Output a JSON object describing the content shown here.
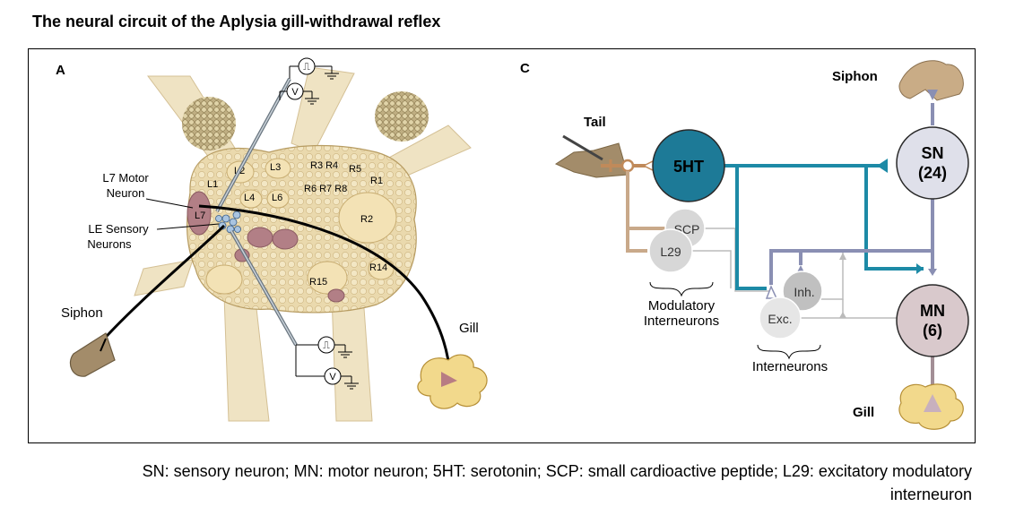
{
  "title": "The neural circuit of the Aplysia gill-withdrawal reflex",
  "caption": "SN: sensory neuron; MN: motor neuron; 5HT: serotonin; SCP: small cardioactive peptide; L29: excitatory modulatory interneuron",
  "panel_a": {
    "letter": "A",
    "labels": {
      "l7_motor_1": "L7 Motor",
      "l7_motor_2": "Neuron",
      "le_sensory_1": "LE Sensory",
      "le_sensory_2": "Neurons",
      "siphon": "Siphon",
      "gill": "Gill"
    },
    "cells": {
      "L1": "L1",
      "L2": "L2",
      "L3": "L3",
      "L4": "L4",
      "L6": "L6",
      "L7": "L7",
      "R1": "R1",
      "R2": "R2",
      "R3R4": "R3 R4",
      "R5": "R5",
      "R6R7R8": "R6 R7 R8",
      "R14": "R14",
      "R15": "R15"
    },
    "instruments": {
      "stim": "⎍",
      "volt": "V"
    }
  },
  "panel_c": {
    "letter": "C",
    "labels": {
      "tail": "Tail",
      "siphon": "Siphon",
      "gill": "Gill",
      "modulatory_1": "Modulatory",
      "modulatory_2": "Interneurons",
      "interneurons": "Interneurons"
    },
    "nodes": {
      "ht5": "5HT",
      "scp": "SCP",
      "l29": "L29",
      "inh": "Inh.",
      "exc": "Exc.",
      "sn_name": "SN",
      "sn_count": "(24)",
      "mn_name": "MN",
      "mn_count": "(6)"
    },
    "colors": {
      "ht5_fill": "#1d7a97",
      "ht5_path": "#1d8aa6",
      "sn_fill": "#dfe0ea",
      "sn_path": "#8a8fb3",
      "mn_fill": "#d9c9cc",
      "mn_path": "#a38f96",
      "tail_path": "#c9a98a",
      "inter_fill": "#d7d7d7"
    }
  }
}
